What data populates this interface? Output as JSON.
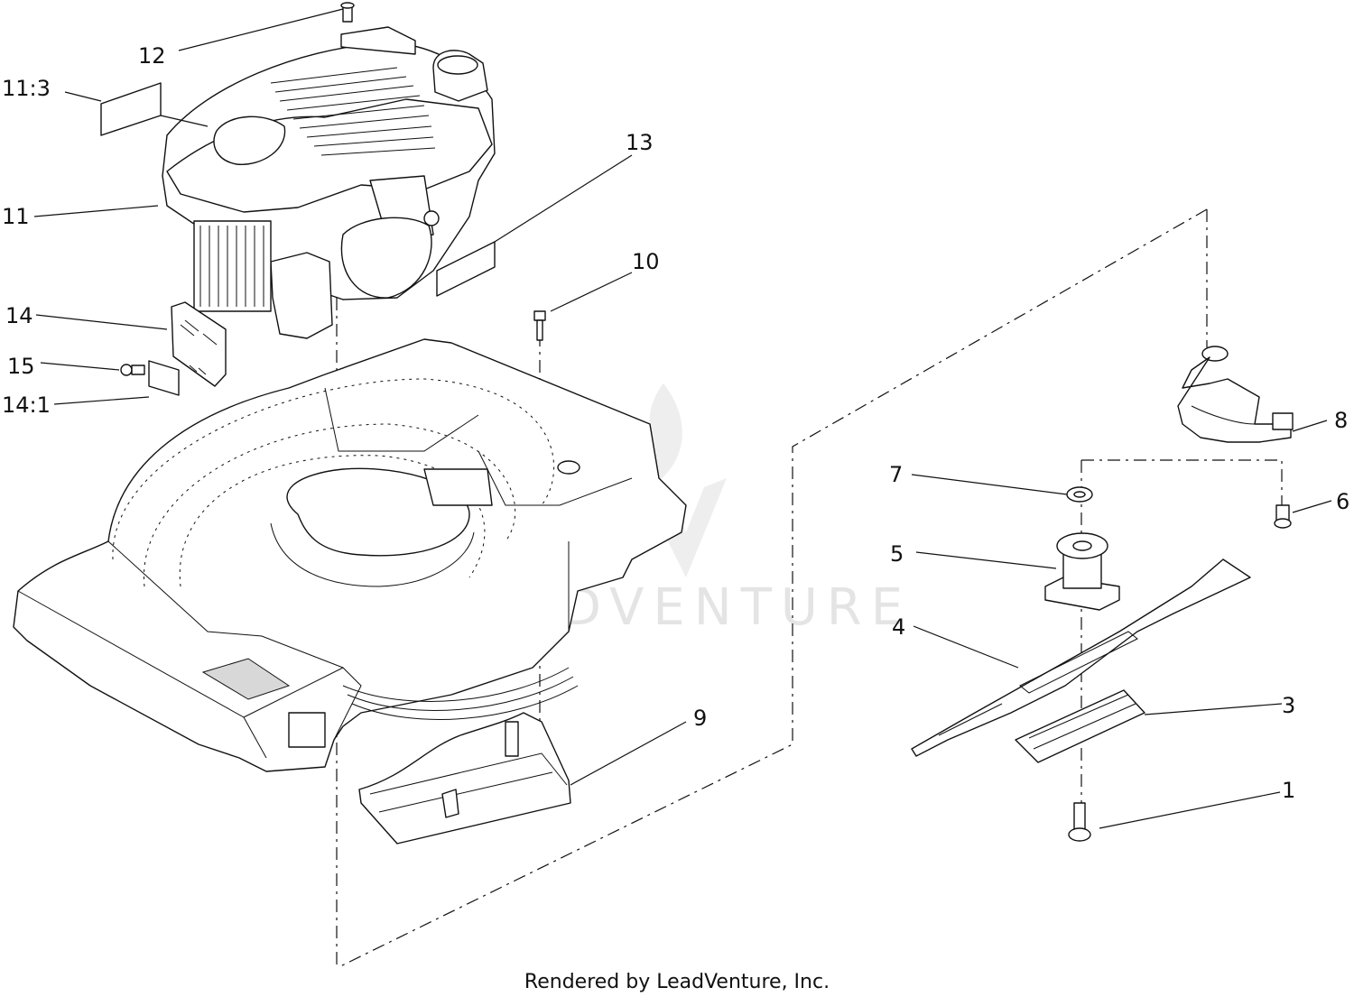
{
  "watermark": {
    "brand_text": "LEADVENTURE"
  },
  "footer": {
    "credit": "Rendered by LeadVenture, Inc."
  },
  "callouts": [
    {
      "id": "c12",
      "label": "12"
    },
    {
      "id": "c11-3",
      "label": "11:3"
    },
    {
      "id": "c13",
      "label": "13"
    },
    {
      "id": "c11",
      "label": "11"
    },
    {
      "id": "c10",
      "label": "10"
    },
    {
      "id": "c14",
      "label": "14"
    },
    {
      "id": "c15",
      "label": "15"
    },
    {
      "id": "c14-1",
      "label": "14:1"
    },
    {
      "id": "c8",
      "label": "8"
    },
    {
      "id": "c7",
      "label": "7"
    },
    {
      "id": "c6",
      "label": "6"
    },
    {
      "id": "c5",
      "label": "5"
    },
    {
      "id": "c4",
      "label": "4"
    },
    {
      "id": "c3",
      "label": "3"
    },
    {
      "id": "c9",
      "label": "9"
    },
    {
      "id": "c1",
      "label": "1"
    }
  ],
  "colors": {
    "line": "#111111",
    "background": "#ffffff",
    "watermark": "#e4e4e4"
  }
}
